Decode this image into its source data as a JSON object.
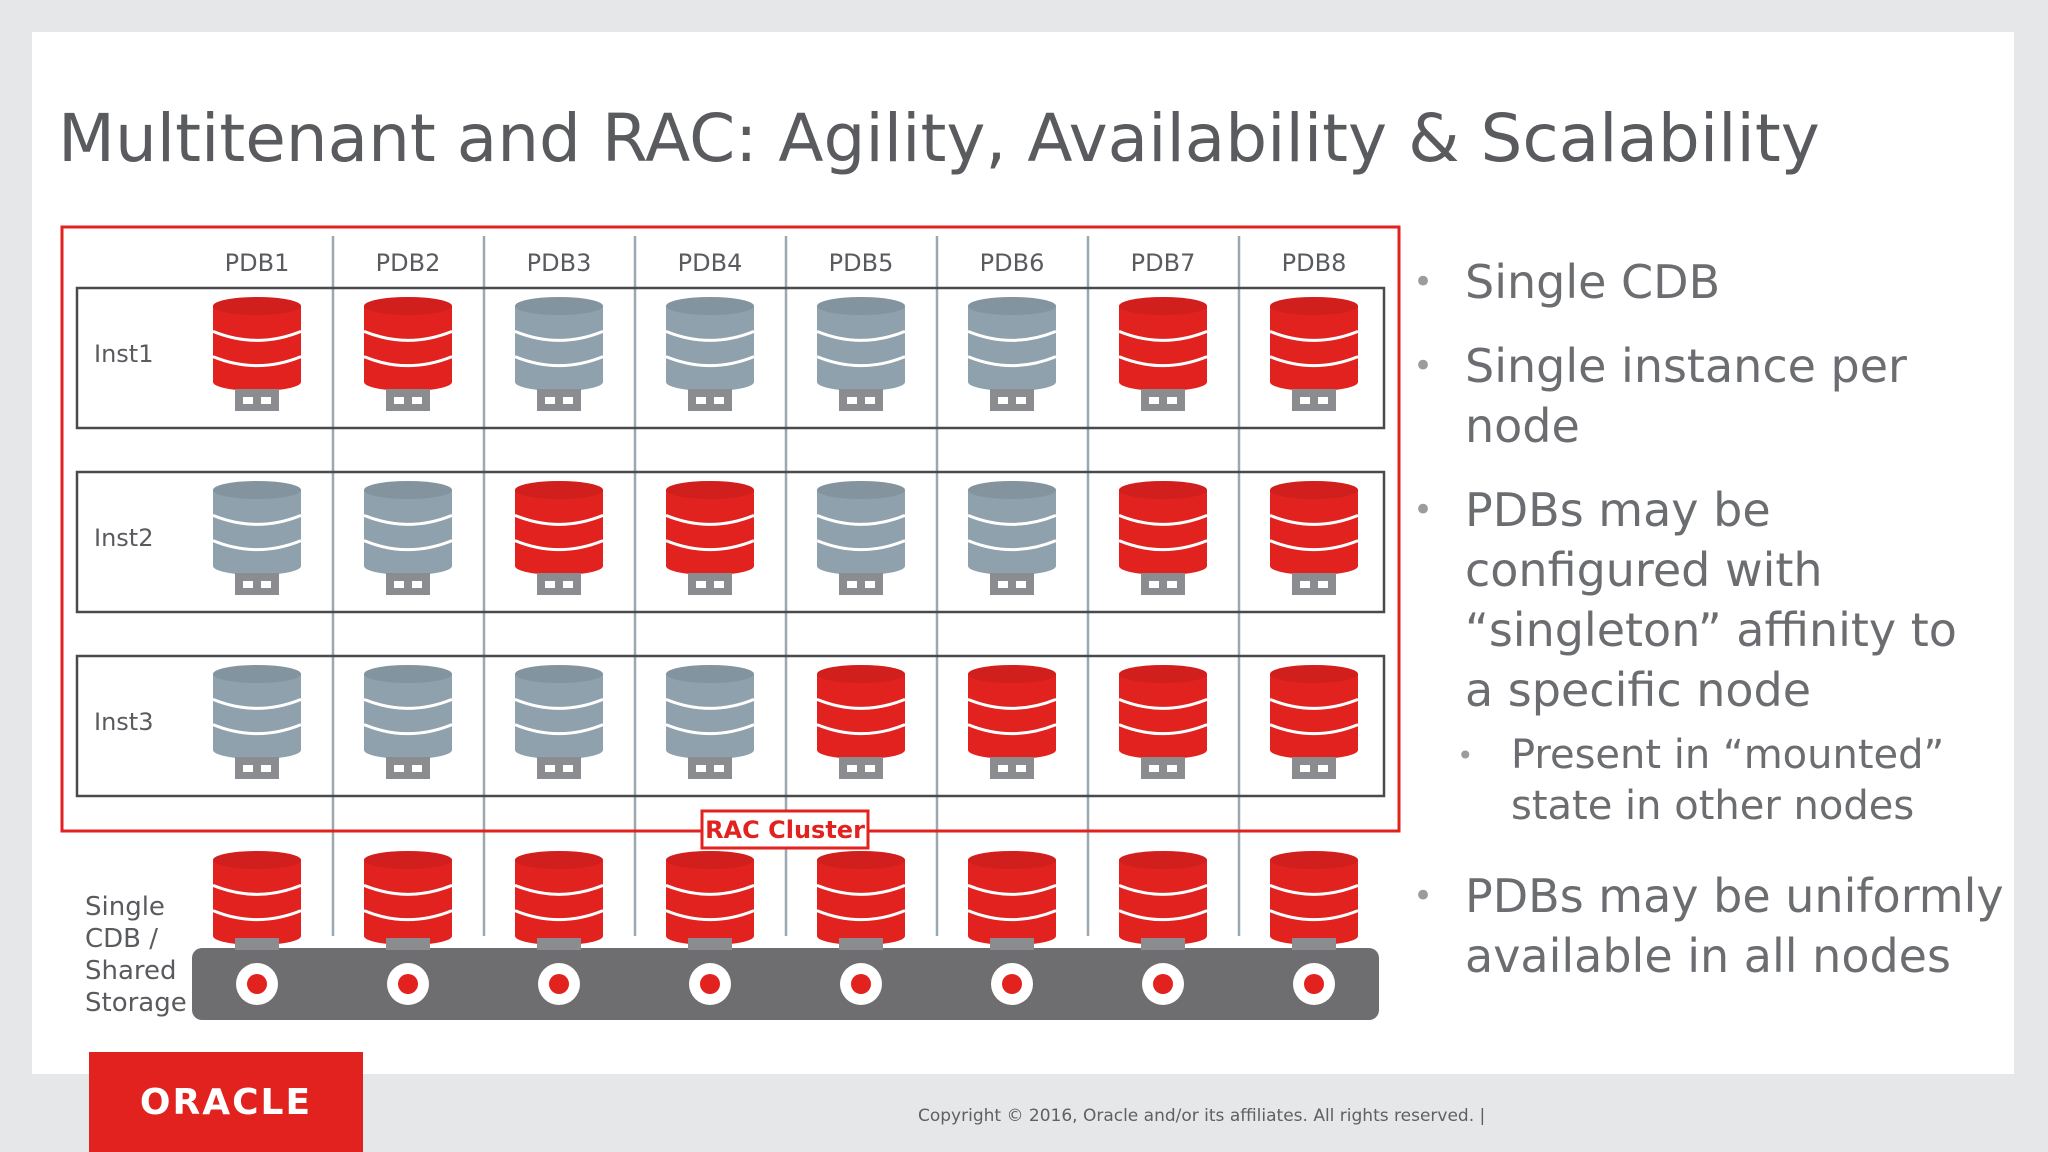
{
  "title": "Multitenant and RAC: Agility, Availability & Scalability",
  "pdbs": [
    "PDB1",
    "PDB2",
    "PDB3",
    "PDB4",
    "PDB5",
    "PDB6",
    "PDB7",
    "PDB8"
  ],
  "instances": [
    {
      "label": "Inst1",
      "open": [
        true,
        true,
        false,
        false,
        false,
        false,
        true,
        true
      ]
    },
    {
      "label": "Inst2",
      "open": [
        false,
        false,
        true,
        true,
        false,
        false,
        true,
        true
      ]
    },
    {
      "label": "Inst3",
      "open": [
        false,
        false,
        false,
        false,
        true,
        true,
        true,
        true
      ]
    }
  ],
  "cluster_label": "RAC Cluster",
  "storage_label": [
    "Single",
    "CDB /",
    "Shared",
    "Storage"
  ],
  "colors": {
    "open": "#e2221f",
    "mounted": "#8fa1ad",
    "cluster_border": "#e2221f",
    "storage_bar": "#6e6e70"
  },
  "bullets": [
    {
      "text": "Single CDB"
    },
    {
      "text": "Single instance per node"
    },
    {
      "text": "PDBs may be configured with “singleton” affinity to a specific node",
      "sub": "Present in “mounted” state in other nodes"
    },
    {
      "text": "PDBs may be uniformly available in all nodes"
    }
  ],
  "bullet_marker": "•",
  "footer": {
    "logo": "ORACLE",
    "copyright": "Copyright © 2016, Oracle and/or its affiliates. All rights reserved.  |"
  }
}
